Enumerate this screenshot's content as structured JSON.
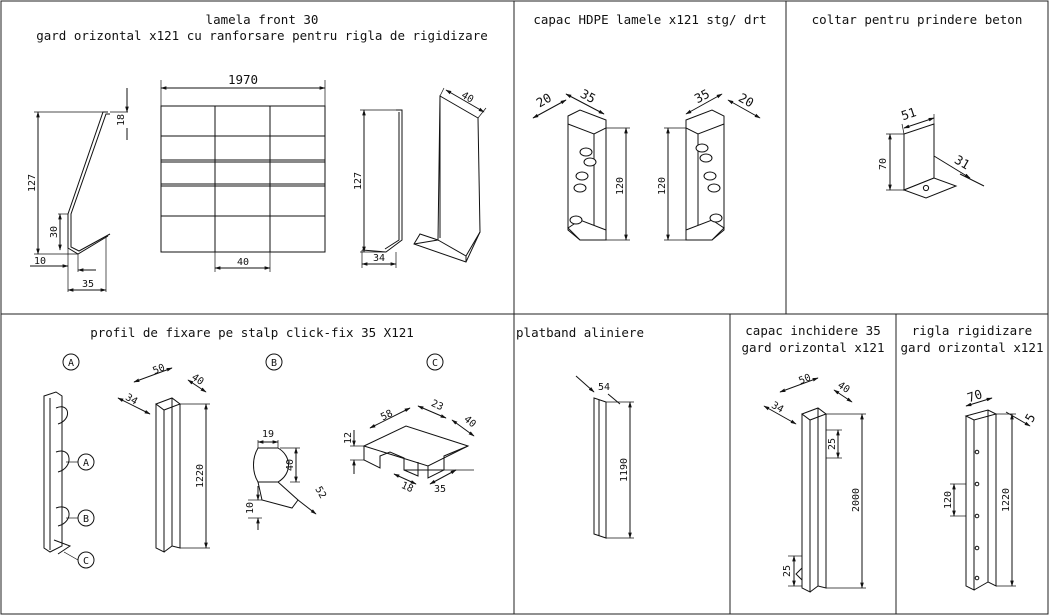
{
  "panels": {
    "lamela": {
      "title_line1": "lamela front 30",
      "title_line2": "gard orizontal x121 cu ranforsare pentru rigla de rigidizare"
    },
    "capac_hdpe": {
      "title": "capac HDPE lamele x121 stg/ drt"
    },
    "coltar": {
      "title": "coltar pentru prindere beton"
    },
    "profil": {
      "title": "profil de fixare pe stalp click-fix 35 X121"
    },
    "platband": {
      "title": "platband aliniere"
    },
    "capac_inchidere": {
      "title_line1": "capac inchidere 35",
      "title_line2": "gard orizontal x121"
    },
    "rigla": {
      "title_line1": "rigla rigidizare",
      "title_line2": "gard orizontal x121"
    }
  },
  "dims": {
    "lamela_profile": {
      "h127": "127",
      "h18": "18",
      "h30": "30",
      "w10": "10",
      "w35": "35"
    },
    "lamela_panel": {
      "w1970": "1970",
      "w40": "40"
    },
    "lamela_side": {
      "h127": "127",
      "w34": "34",
      "w40": "40"
    },
    "capac_left": {
      "w20": "20",
      "w35": "35",
      "h120": "120"
    },
    "capac_right": {
      "w35": "35",
      "w20": "20",
      "h120": "120"
    },
    "coltar": {
      "w51": "51",
      "h70": "70",
      "w31": "31"
    },
    "profil_a": {
      "d34": "34",
      "d50": "50",
      "d40": "40",
      "h1220": "1220"
    },
    "profil_b": {
      "w19": "19",
      "h40": "40",
      "d52": "52",
      "h10": "10"
    },
    "profil_c": {
      "d58": "58",
      "d23": "23",
      "d40": "40",
      "h12": "12",
      "d18": "18",
      "d35": "35"
    },
    "platband": {
      "w54": "54",
      "h1190": "1190"
    },
    "capac_inchidere": {
      "d34": "34",
      "d50": "50",
      "d40": "40",
      "h25a": "25",
      "h2000": "2000",
      "h25b": "25"
    },
    "rigla": {
      "w70": "70",
      "w5": "5",
      "h120": "120",
      "h1220": "1220"
    }
  },
  "markers": {
    "a": "A",
    "b": "B",
    "c": "C"
  }
}
